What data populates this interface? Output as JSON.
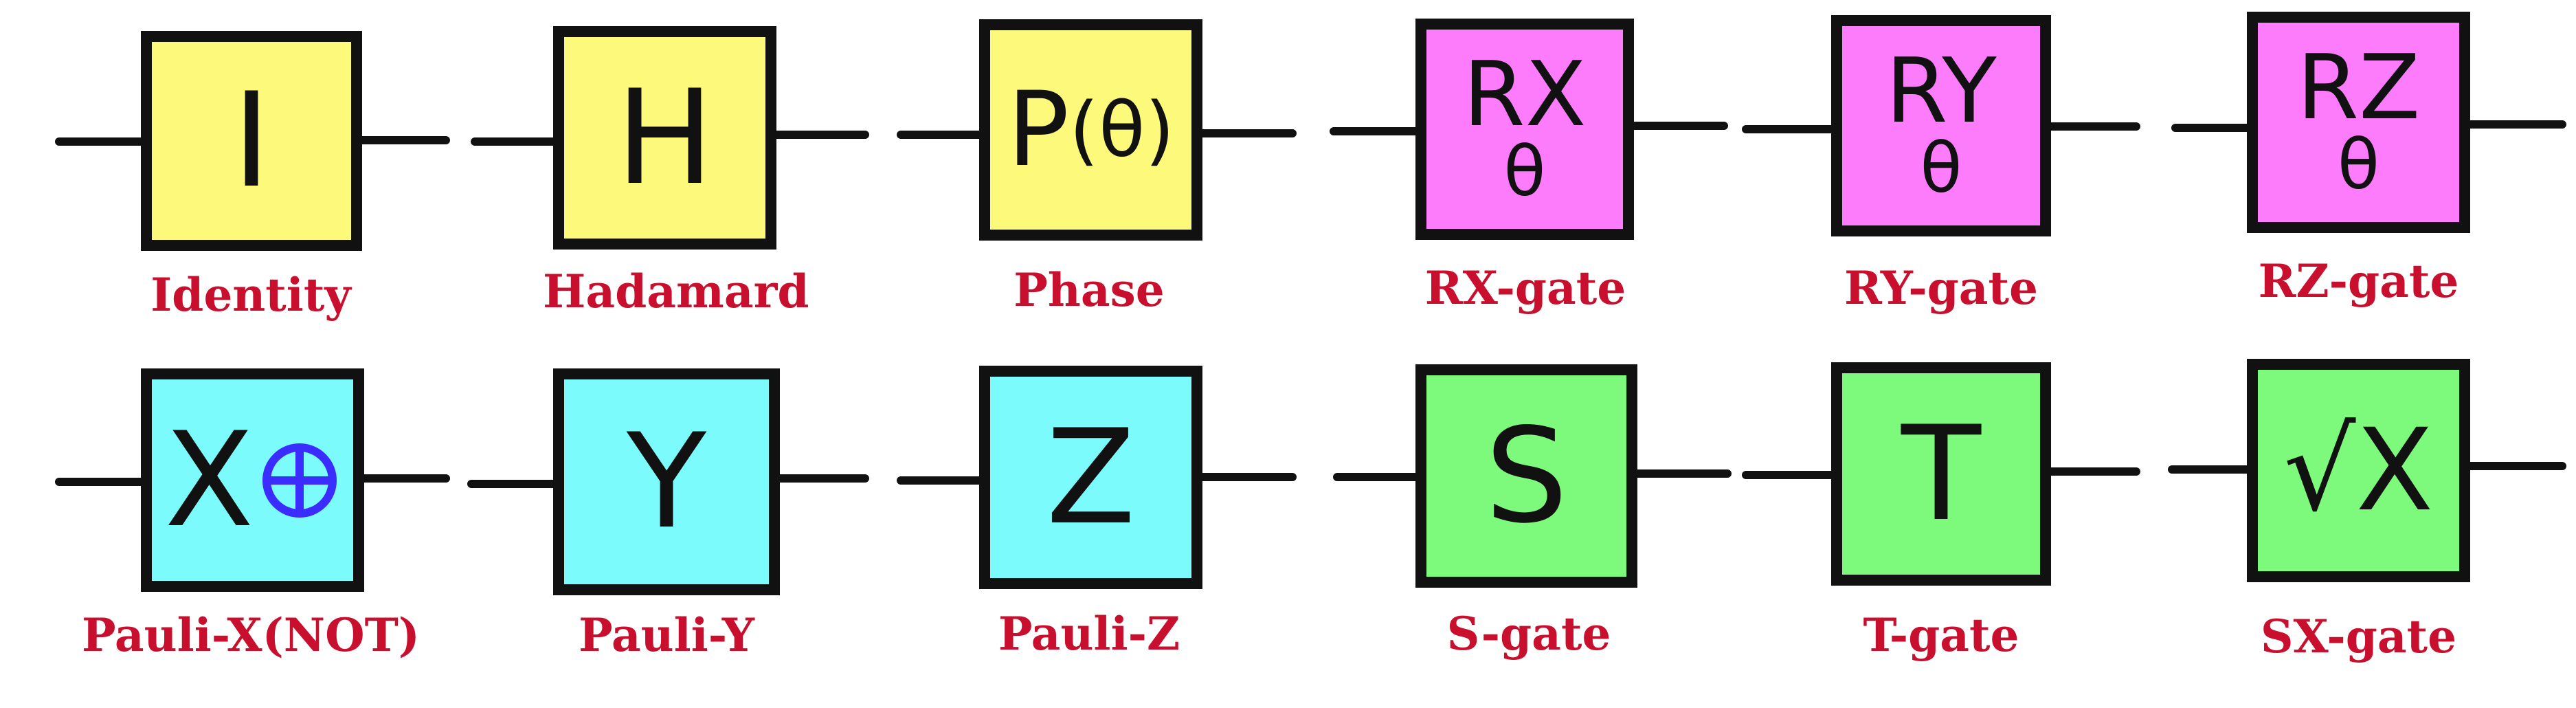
{
  "colors": {
    "yellow_gate": "#fdf97a",
    "magenta_gate": "#fd7cfb",
    "cyan_gate": "#7bfbfb",
    "green_gate": "#7dfa7b",
    "label_red": "#c8102e",
    "outline": "#111111",
    "oplus_blue": "#3b2cff"
  },
  "gates": [
    {
      "id": "identity",
      "symbol": "I",
      "label": "Identity",
      "color_key": "yellow_gate"
    },
    {
      "id": "hadamard",
      "symbol": "H",
      "label": "Hadamard",
      "color_key": "yellow_gate"
    },
    {
      "id": "phase",
      "symbol": "P",
      "param": "θ",
      "label": "Phase",
      "color_key": "yellow_gate"
    },
    {
      "id": "rx",
      "symbol": "RX",
      "param": "θ",
      "label": "RX-gate",
      "color_key": "magenta_gate"
    },
    {
      "id": "ry",
      "symbol": "RY",
      "param": "θ",
      "label": "RY-gate",
      "color_key": "magenta_gate"
    },
    {
      "id": "rz",
      "symbol": "RZ",
      "param": "θ",
      "label": "RZ-gate",
      "color_key": "magenta_gate"
    },
    {
      "id": "pauli-x",
      "symbol": "X",
      "label": "Pauli-X(NOT)",
      "color_key": "cyan_gate",
      "icon": "oplus-icon"
    },
    {
      "id": "pauli-y",
      "symbol": "Y",
      "label": "Pauli-Y",
      "color_key": "cyan_gate"
    },
    {
      "id": "pauli-z",
      "symbol": "Z",
      "label": "Pauli-Z",
      "color_key": "cyan_gate"
    },
    {
      "id": "s",
      "symbol": "S",
      "label": "S-gate",
      "color_key": "green_gate"
    },
    {
      "id": "t",
      "symbol": "T",
      "label": "T-gate",
      "color_key": "green_gate"
    },
    {
      "id": "sx",
      "symbol": "√X",
      "label": "SX-gate",
      "color_key": "green_gate"
    }
  ]
}
